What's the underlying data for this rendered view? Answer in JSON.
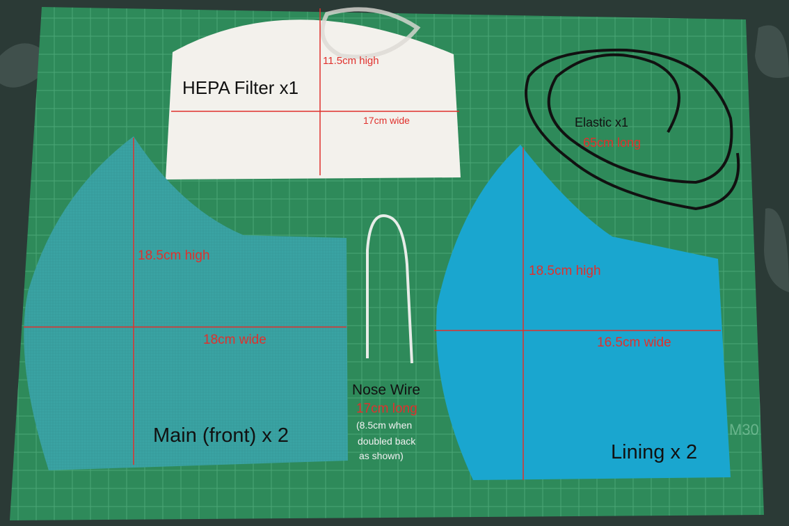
{
  "colors": {
    "background": "#2b3a36",
    "mat": "#2e8a5a",
    "mat_grid": "#5fb988",
    "filter_fabric": "#f3f1ec",
    "main_fabric": "#3aa3a3",
    "lining_fabric": "#1aa6cf",
    "elastic": "#111111",
    "nose_wire": "#e8ece8",
    "measure_line": "#e0302c",
    "label_dark": "#111111",
    "label_white": "#f2f2f2"
  },
  "labels": {
    "hepa_title": "HEPA Filter x1",
    "hepa_height": "11.5cm high",
    "hepa_width": "17cm wide",
    "elastic_title": "Elastic x1",
    "elastic_length": "65cm long",
    "main_height": "18.5cm high",
    "main_width": "18cm wide",
    "main_title": "Main (front) x 2",
    "nose_title": "Nose Wire",
    "nose_length": "17cm long",
    "nose_note_1": "(8.5cm when",
    "nose_note_2": "doubled back",
    "nose_note_3": "as shown)",
    "lining_height": "18.5cm high",
    "lining_width": "16.5cm wide",
    "lining_title": "Lining x 2",
    "mat_marking": "M30"
  }
}
